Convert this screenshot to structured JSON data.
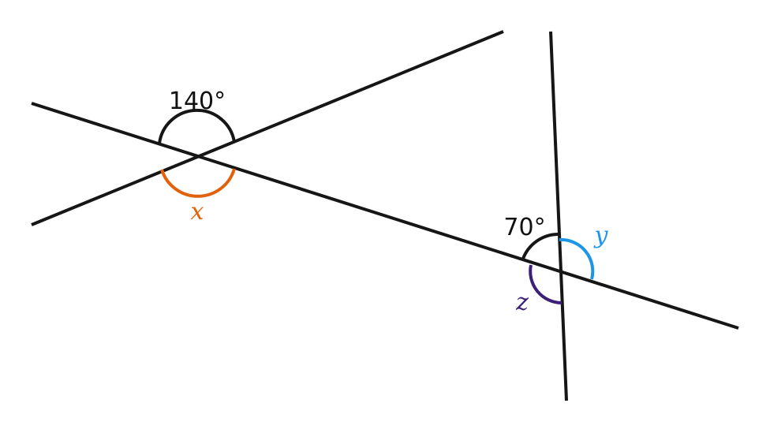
{
  "labels": {
    "angle_a": "140°",
    "angle_b": "70°",
    "var_x": "x",
    "var_y": "y",
    "var_z": "z"
  },
  "colors": {
    "line": "#161616",
    "x": "#e2620c",
    "y": "#1e96e6",
    "z": "#3b1f78"
  }
}
